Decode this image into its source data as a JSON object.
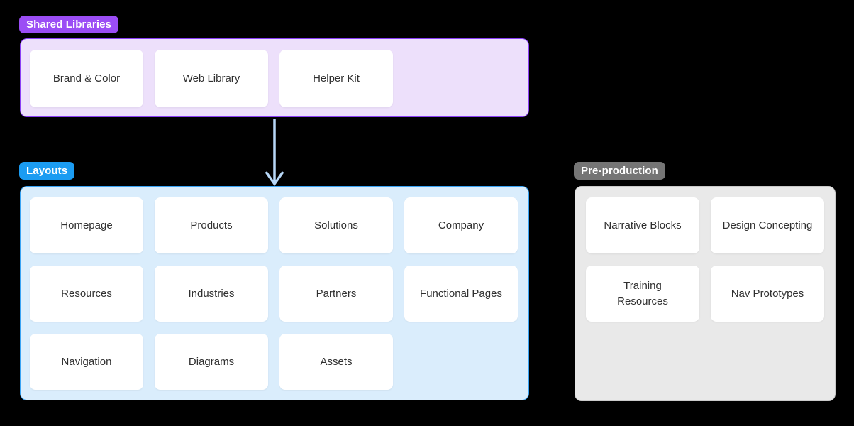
{
  "canvas": {
    "background": "#000000",
    "card_bg": "#ffffff",
    "card_text_color": "#303030"
  },
  "sections": [
    {
      "id": "shared-libraries",
      "label": "Shared Libraries",
      "pill_bg": "#9B4DF5",
      "container_bg": "#EDE0FB",
      "container_border": "#8A3FF5",
      "cards": [
        "Brand & Color",
        "Web Library",
        "Helper Kit"
      ]
    },
    {
      "id": "layouts",
      "label": "Layouts",
      "pill_bg": "#1B9CF2",
      "container_bg": "#DAEDFC",
      "container_border": "#39A3F4",
      "cards": [
        "Homepage",
        "Products",
        "Solutions",
        "Company",
        "Resources",
        "Industries",
        "Partners",
        "Functional Pages",
        "Navigation",
        "Diagrams",
        "Assets"
      ]
    },
    {
      "id": "pre-production",
      "label": "Pre-production",
      "pill_bg": "#757575",
      "container_bg": "#E9E9E9",
      "container_border": "#CACACA",
      "cards": [
        "Narrative Blocks",
        "Design Concepting",
        "Training Resources",
        "Nav Prototypes"
      ]
    }
  ],
  "connector": {
    "from": "shared-libraries",
    "to": "layouts",
    "color": "#B7D7F7"
  }
}
